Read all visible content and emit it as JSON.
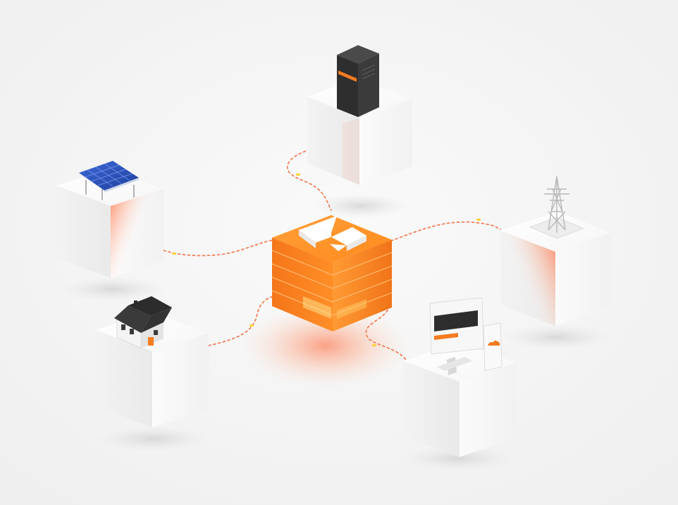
{
  "scene": {
    "background": "#f4f4f4",
    "accent": "#f57c20",
    "accent_light": "#ffa24a",
    "link_color": "#f2805a",
    "node_count": 6
  },
  "hub": {
    "name": "energy-hub",
    "icon": "lightning-logo-icon",
    "color": "#f57c20"
  },
  "nodes": [
    {
      "id": "server",
      "icon": "server-rack-icon"
    },
    {
      "id": "solar",
      "icon": "solar-panel-icon"
    },
    {
      "id": "house",
      "icon": "house-icon"
    },
    {
      "id": "grid",
      "icon": "power-tower-icon"
    },
    {
      "id": "monitor",
      "icon": "monitor-cloud-icon"
    }
  ]
}
